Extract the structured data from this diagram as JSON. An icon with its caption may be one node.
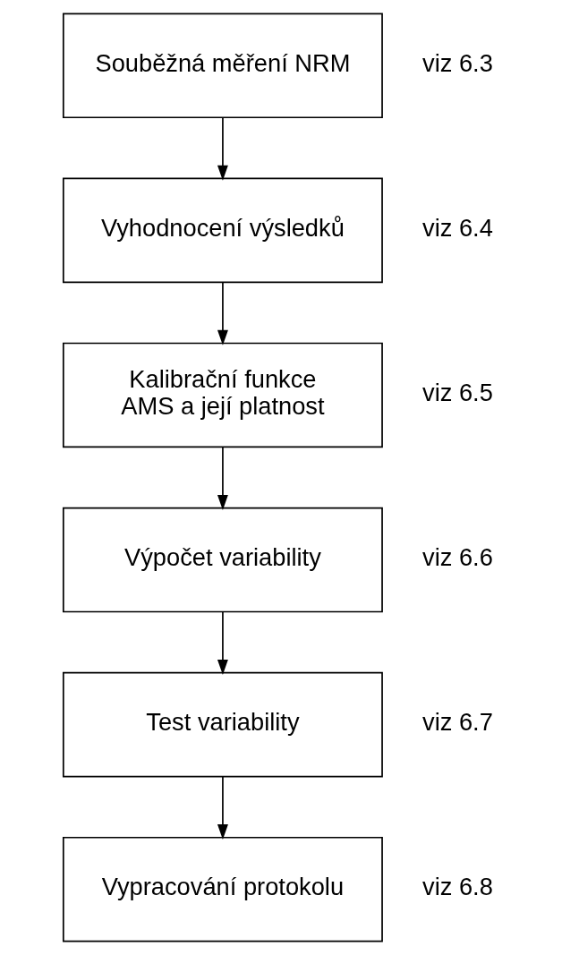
{
  "diagram": {
    "nodes": [
      {
        "text": [
          "Souběžná měření NRM"
        ],
        "beside": [
          "viz 6.3"
        ]
      },
      {
        "text": [
          "Vyhodnocení výsledků"
        ],
        "beside": [
          "viz 6.4"
        ]
      },
      {
        "text": [
          "Kalibrační funkce AMS a její platnost"
        ],
        "beside": [
          "viz 6.5"
        ]
      },
      {
        "text": [
          "Výpočet variability"
        ],
        "beside": [
          "viz 6.6"
        ]
      },
      {
        "text": [
          "Test variability"
        ],
        "beside": [
          "viz 6.7"
        ]
      },
      {
        "text": [
          "Vypracování protokolu"
        ],
        "beside": [
          "viz 6.8"
        ]
      }
    ],
    "edges": [
      {
        "from": 0,
        "to": 1,
        "arrow": "to"
      },
      {
        "from": 1,
        "to": 2,
        "arrow": "to"
      },
      {
        "from": 2,
        "to": 3,
        "arrow": "to"
      },
      {
        "from": 3,
        "to": 4,
        "arrow": "to"
      },
      {
        "from": 4,
        "to": 5,
        "arrow": "to"
      }
    ]
  }
}
